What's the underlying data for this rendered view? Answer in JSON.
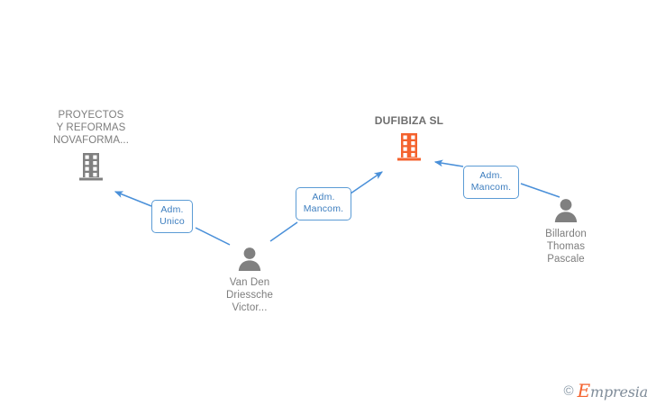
{
  "diagram": {
    "title": "Corporate relationship diagram",
    "colors": {
      "company_main": "#f4622d",
      "company_other": "#808080",
      "person": "#808080",
      "edge": "#4a90d9",
      "relation_border": "#5b9bd5",
      "relation_text": "#3d7ebf",
      "label_text": "#7d7d7d",
      "background": "#ffffff"
    },
    "nodes": [
      {
        "id": "novaforma",
        "type": "company",
        "icon": "building-icon",
        "label": "PROYECTOS\nY REFORMAS\nNOVAFORMA...",
        "color": "#808080"
      },
      {
        "id": "dufibiza",
        "type": "company",
        "icon": "building-icon",
        "label": "DUFIBIZA SL",
        "color": "#f4622d"
      },
      {
        "id": "van-den-driessche",
        "type": "person",
        "icon": "person-icon",
        "label": "Van Den\nDriessche\nVictor...",
        "color": "#808080"
      },
      {
        "id": "billardon",
        "type": "person",
        "icon": "person-icon",
        "label": "Billardon\nThomas\nPascale",
        "color": "#808080"
      }
    ],
    "relations": [
      {
        "id": "rel-adm-unico",
        "label": "Adm.\nUnico",
        "from": "van-den-driessche",
        "to": "novaforma"
      },
      {
        "id": "rel-adm-mancom-left",
        "label": "Adm.\nMancom.",
        "from": "van-den-driessche",
        "to": "dufibiza"
      },
      {
        "id": "rel-adm-mancom-right",
        "label": "Adm.\nMancom.",
        "from": "billardon",
        "to": "dufibiza"
      }
    ]
  },
  "watermark": {
    "copyright": "©",
    "brand_initial": "E",
    "brand_rest": "mpresia"
  }
}
